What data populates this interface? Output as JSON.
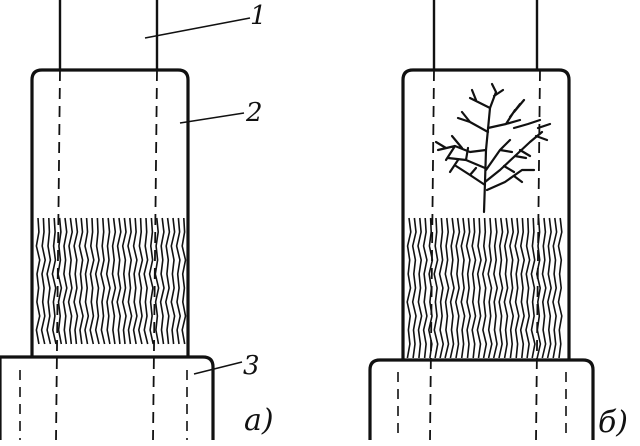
{
  "labels": {
    "electrode": "1",
    "cell": "2",
    "base": "3",
    "panel_a": "а)",
    "panel_b": "б)"
  },
  "colors": {
    "ink": "#111111",
    "background": "#ffffff"
  }
}
